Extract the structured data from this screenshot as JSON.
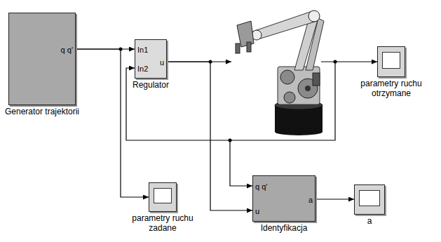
{
  "diagram": {
    "nodes": [
      {
        "text": [
          "q q'",
          "Generator trajektorii"
        ]
      },
      {
        "text": [
          "In1",
          "In2",
          "u",
          "Regulator"
        ]
      },
      {
        "text": [
          "parametry ruchu otrzymane"
        ]
      },
      {
        "text": [
          "parametry ruchu zadane"
        ]
      },
      {
        "text": [
          "q q'",
          "u",
          "a",
          "Identyfikacja"
        ]
      },
      {
        "text": [
          "a"
        ]
      }
    ],
    "edges": [
      {
        "from": 0,
        "to": 1,
        "arrow": "to"
      },
      {
        "from": 0,
        "to": 3,
        "arrow": "to"
      },
      {
        "from": 1,
        "to": 4,
        "arrow": "to"
      },
      {
        "from": 4,
        "to": 5,
        "arrow": "to"
      }
    ]
  }
}
